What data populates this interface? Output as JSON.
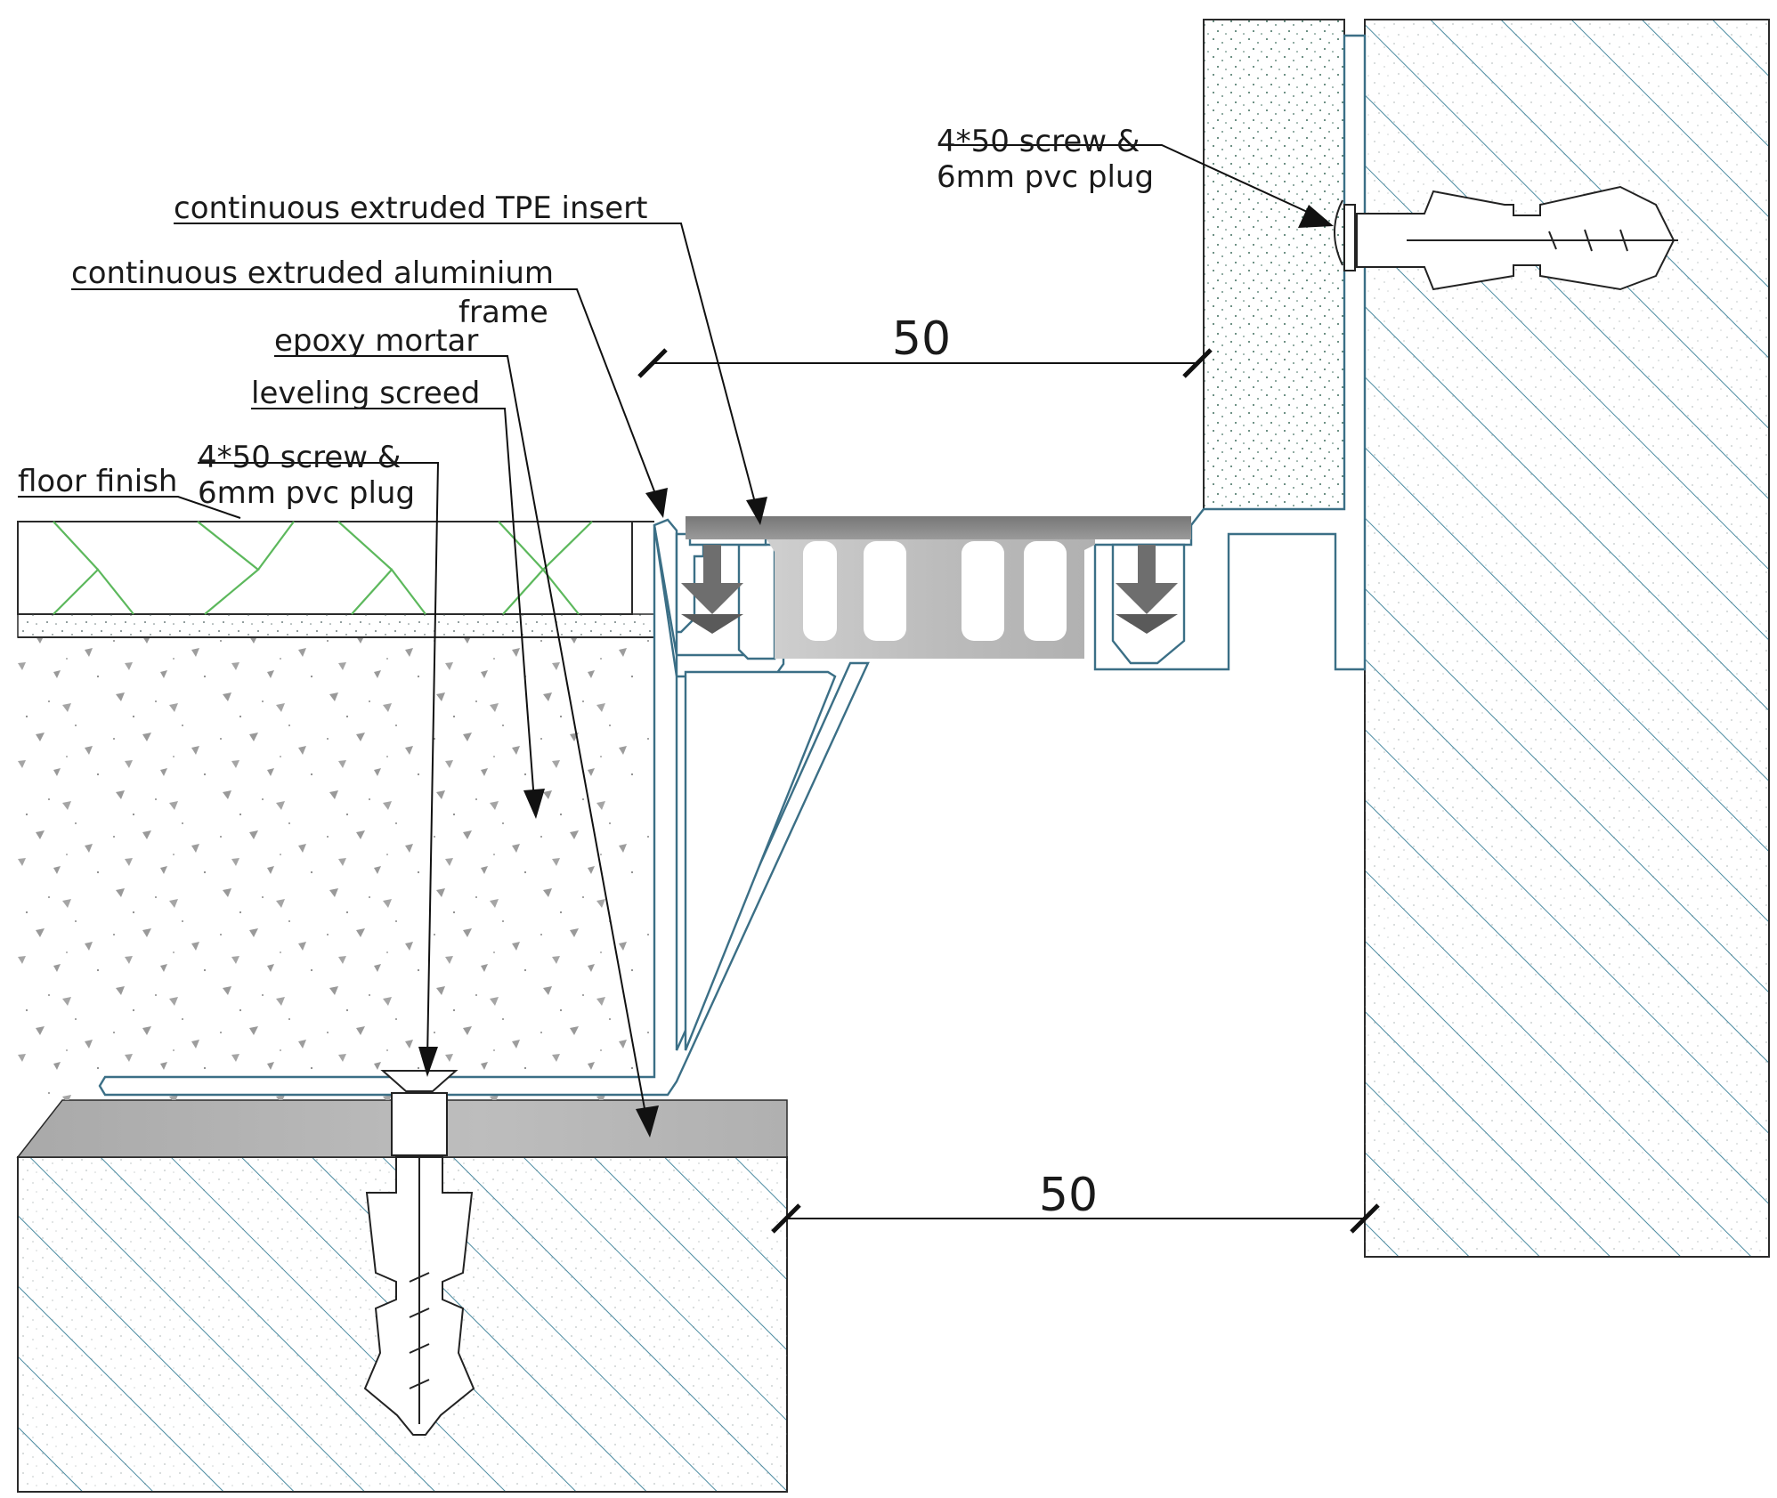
{
  "labels": {
    "wall_screw": [
      "4*50 screw &",
      "6mm pvc plug"
    ],
    "tpe_insert": "continuous extruded TPE  insert",
    "aluminium_frame": [
      "continuous extruded aluminium",
      "frame"
    ],
    "epoxy_mortar": "epoxy  mortar",
    "leveling_screed": "leveling  screed",
    "floor_screw": [
      "4*50 screw &",
      "6mm pvc plug"
    ],
    "floor_finish": "floor finish"
  },
  "dimensions": {
    "joint_cover": "50",
    "joint_gap": "50"
  },
  "colors": {
    "hatch": "#4a8aa0",
    "profile": "#3b6f86",
    "tile_pattern": "#5cb85c",
    "insert_grey": "#b9b9b9",
    "epoxy_grey": "#b4b4b4"
  }
}
